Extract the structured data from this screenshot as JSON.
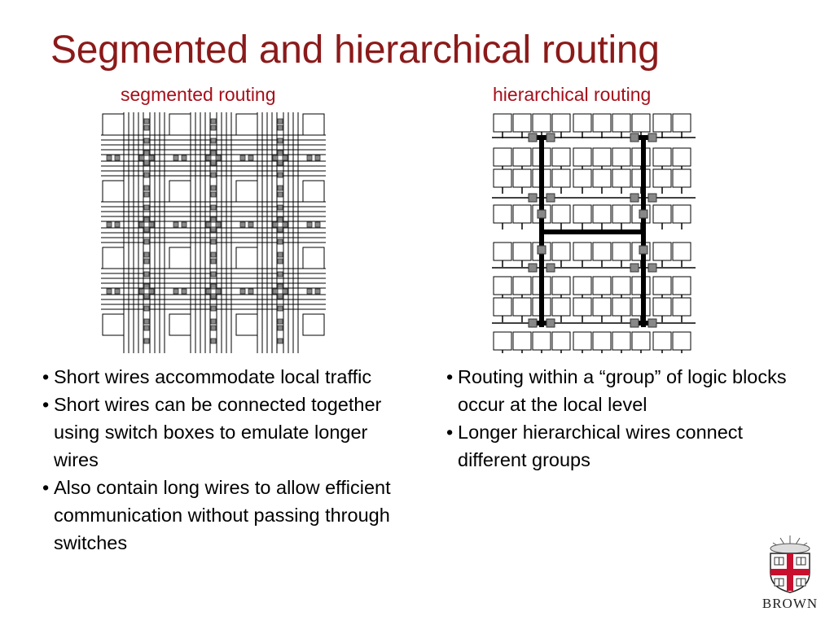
{
  "slide": {
    "title": "Segmented and hierarchical routing"
  },
  "left": {
    "heading": "segmented routing",
    "bullets": [
      "Short wires accommodate local traffic",
      "Short wires can be connected together using switch boxes to emulate longer wires",
      "Also contain long wires to allow efficient communication without passing through switches"
    ]
  },
  "right": {
    "heading": "hierarchical routing",
    "bullets": [
      "Routing within a “group” of logic blocks occur at the local level",
      "Longer hierarchical wires connect different groups"
    ]
  },
  "logo": {
    "wordmark": "BROWN",
    "icon": "brown-university-shield-icon"
  },
  "colors": {
    "title": "#8b1a1a",
    "subtitle": "#a50f1a",
    "switch_box": "#888888",
    "logo_red": "#c8102e"
  }
}
